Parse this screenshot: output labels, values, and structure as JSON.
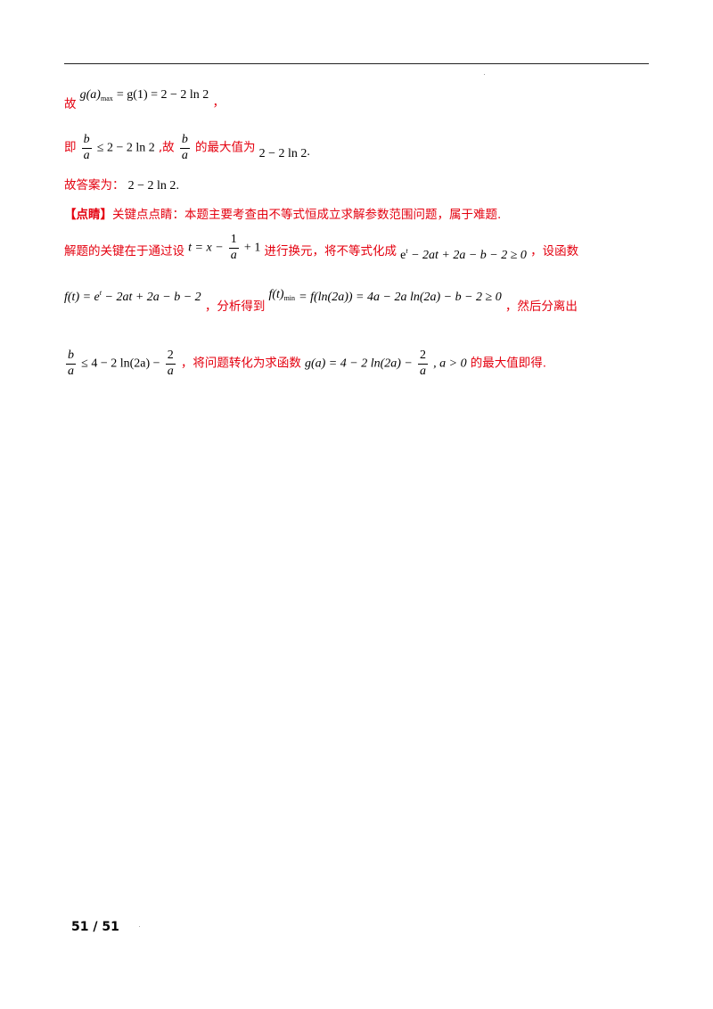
{
  "line1": {
    "prefix": "故",
    "formula": "g(a)",
    "formula_sub": "max",
    "formula_rest": "= g(1) = 2 − 2 ln 2",
    "suffix": "，"
  },
  "line2": {
    "prefix": "即",
    "frac1_num": "b",
    "frac1_den": "a",
    "ineq": "≤ 2 − 2 ln 2",
    "middle": ",故",
    "frac2_num": "b",
    "frac2_den": "a",
    "text": "的最大值为",
    "value": "2 − 2 ln 2",
    "suffix": "."
  },
  "line3": {
    "prefix": "故答案为：",
    "value": "2 − 2 ln 2",
    "suffix": "."
  },
  "line4": {
    "bracket_label": "【点睛】",
    "text": "关键点点睛：本题主要考查由不等式恒成立求解参数范围问题，属于难题."
  },
  "line5": {
    "prefix": "解题的关键在于通过设",
    "t_expr": "t = x −",
    "frac_num": "1",
    "frac_den": "a",
    "t_rest": "+ 1",
    "middle": "进行换元，将不等式化成",
    "ineq_base": "e",
    "ineq_sup": "t",
    "ineq_rest": "− 2at + 2a − b − 2 ≥ 0",
    "suffix": "，设函数"
  },
  "line6": {
    "f_expr": "f(t) = e",
    "f_sup": "t",
    "f_rest": "− 2at + 2a − b − 2",
    "middle": "，分析得到",
    "min_expr": "f(t)",
    "min_sub": "min",
    "min_rest": "= f(ln(2a)) = 4a − 2a ln(2a) − b − 2 ≥ 0",
    "suffix": "，然后分离出"
  },
  "line7": {
    "frac1_num": "b",
    "frac1_den": "a",
    "ineq": "≤ 4 − 2 ln(2a) −",
    "frac2_num": "2",
    "frac2_den": "a",
    "middle": "，将问题转化为求函数",
    "g_expr": "g(a) = 4 − 2 ln(2a) −",
    "frac3_num": "2",
    "frac3_den": "a",
    "g_rest": ", a > 0",
    "suffix": "的最大值即得."
  },
  "footer": {
    "page": "51 / 51"
  }
}
